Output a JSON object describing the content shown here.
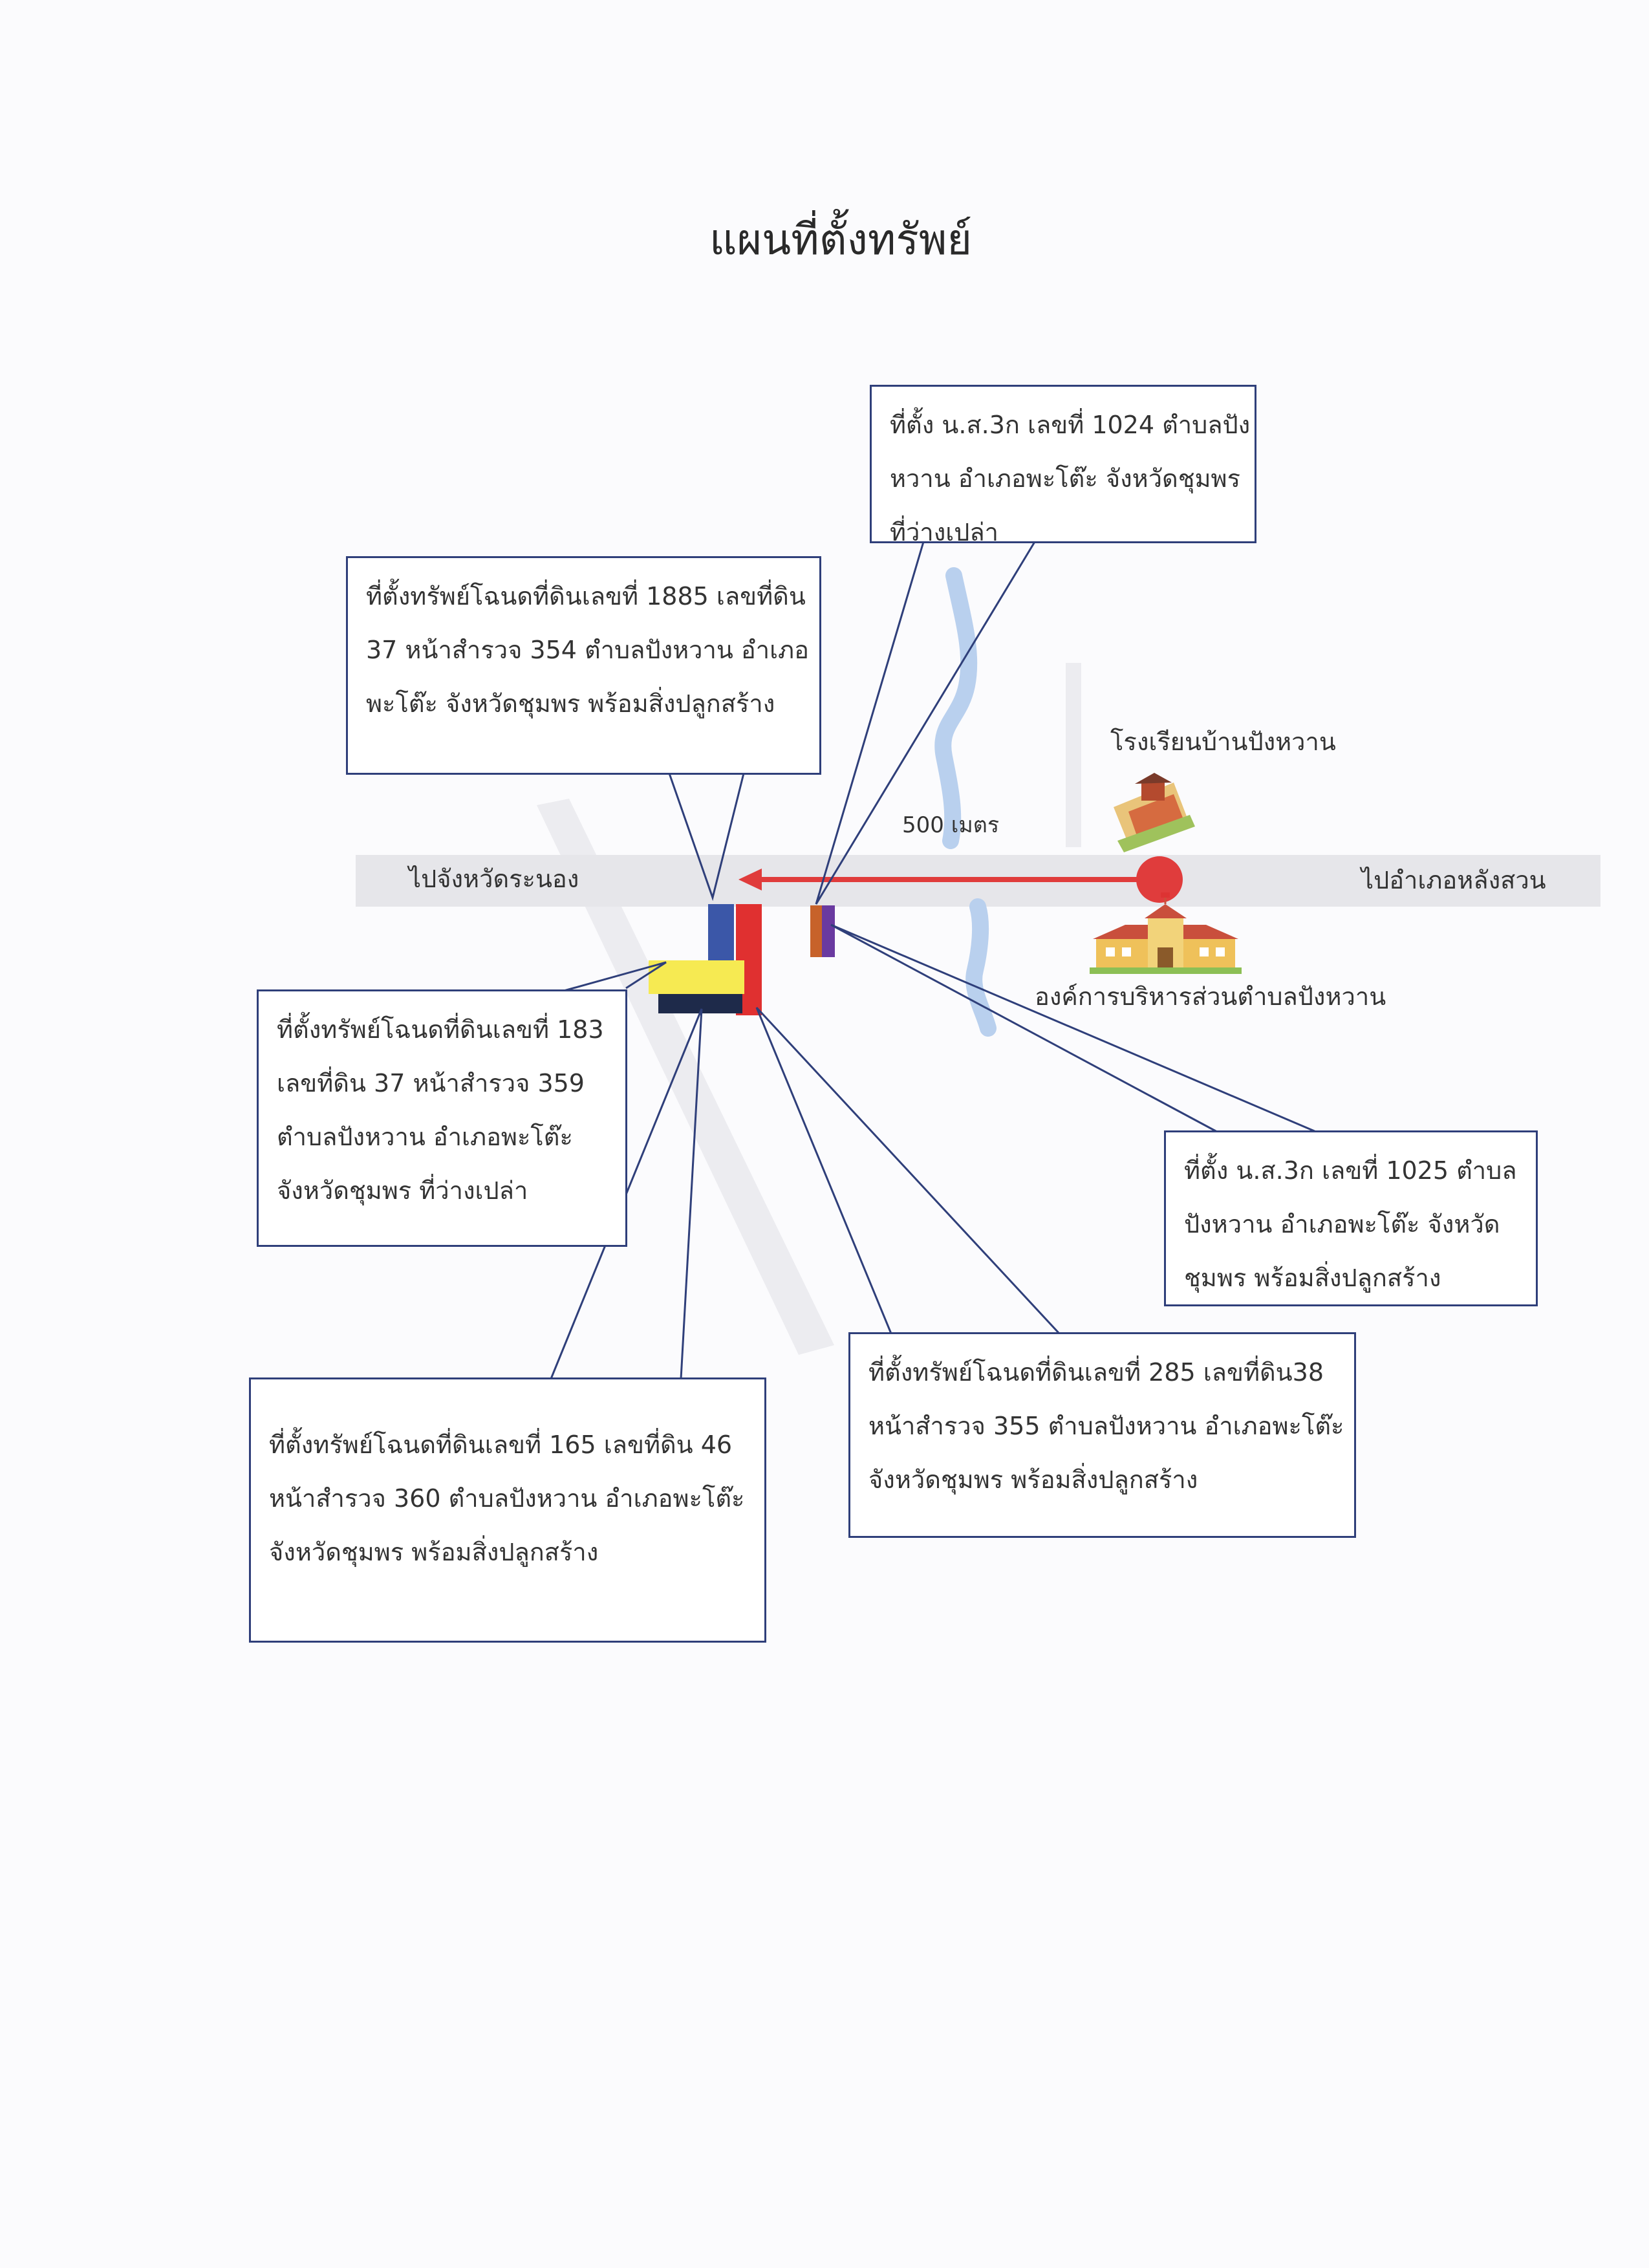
{
  "title": "แผนที่ตั้งทรัพย์",
  "map": {
    "labels": {
      "to_ranong": "ไปจังหวัดระนอง",
      "to_lang_suan": "ไปอำเภอหลังสวน",
      "distance": "500 เมตร",
      "school": "โรงเรียนบ้านปังหวาน",
      "tao": "องค์การบริหารส่วนตำบลปังหวาน"
    },
    "callouts": {
      "ns3k_1024": {
        "lines": [
          "ที่ตั้ง น.ส.3ก เลขที่ 1024 ตำบลปัง",
          "หวาน อำเภอพะโต๊ะ จังหวัดชุมพร",
          "ที่ว่างเปล่า"
        ]
      },
      "deed_1885": {
        "lines": [
          "ที่ตั้งทรัพย์โฉนดที่ดินเลขที่ 1885 เลขที่ดิน",
          "37 หน้าสำรวจ 354 ตำบลปังหวาน อำเภอ",
          "พะโต๊ะ จังหวัดชุมพร พร้อมสิ่งปลูกสร้าง"
        ]
      },
      "deed_183": {
        "lines": [
          "ที่ตั้งทรัพย์โฉนดที่ดินเลขที่  183",
          "เลขที่ดิน 37 หน้าสำรวจ 359",
          "ตำบลปังหวาน อำเภอพะโต๊ะ",
          "จังหวัดชุมพร ที่ว่างเปล่า"
        ]
      },
      "ns3k_1025": {
        "lines": [
          "ที่ตั้ง น.ส.3ก เลขที่ 1025 ตำบล",
          "ปังหวาน อำเภอพะโต๊ะ จังหวัด",
          "ชุมพร พร้อมสิ่งปลูกสร้าง"
        ]
      },
      "deed_285": {
        "lines": [
          "ที่ตั้งทรัพย์โฉนดที่ดินเลขที่  285 เลขที่ดิน38",
          "หน้าสำรวจ 355 ตำบลปังหวาน อำเภอพะโต๊ะ",
          "จังหวัดชุมพร พร้อมสิ่งปลูกสร้าง"
        ]
      },
      "deed_165": {
        "lines": [
          "ที่ตั้งทรัพย์โฉนดที่ดินเลขที่   165 เลขที่ดิน 46",
          "หน้าสำรวจ 360 ตำบลปังหวาน อำเภอพะโต๊ะ",
          "จังหวัดชุมพร พร้อมสิ่งปลูกสร้าง"
        ]
      }
    },
    "colors": {
      "road": "#e6e6ea",
      "river": "#b9d0ee",
      "arrow": "#e03c3c",
      "callout_border": "#2f3f7a",
      "parcel_blue": "#3b57a8",
      "parcel_red": "#e03030",
      "parcel_yellow": "#f6ea52",
      "parcel_navy": "#1e2a4a",
      "parcel_orange": "#c7622a",
      "parcel_purple": "#6a3aa0"
    }
  }
}
